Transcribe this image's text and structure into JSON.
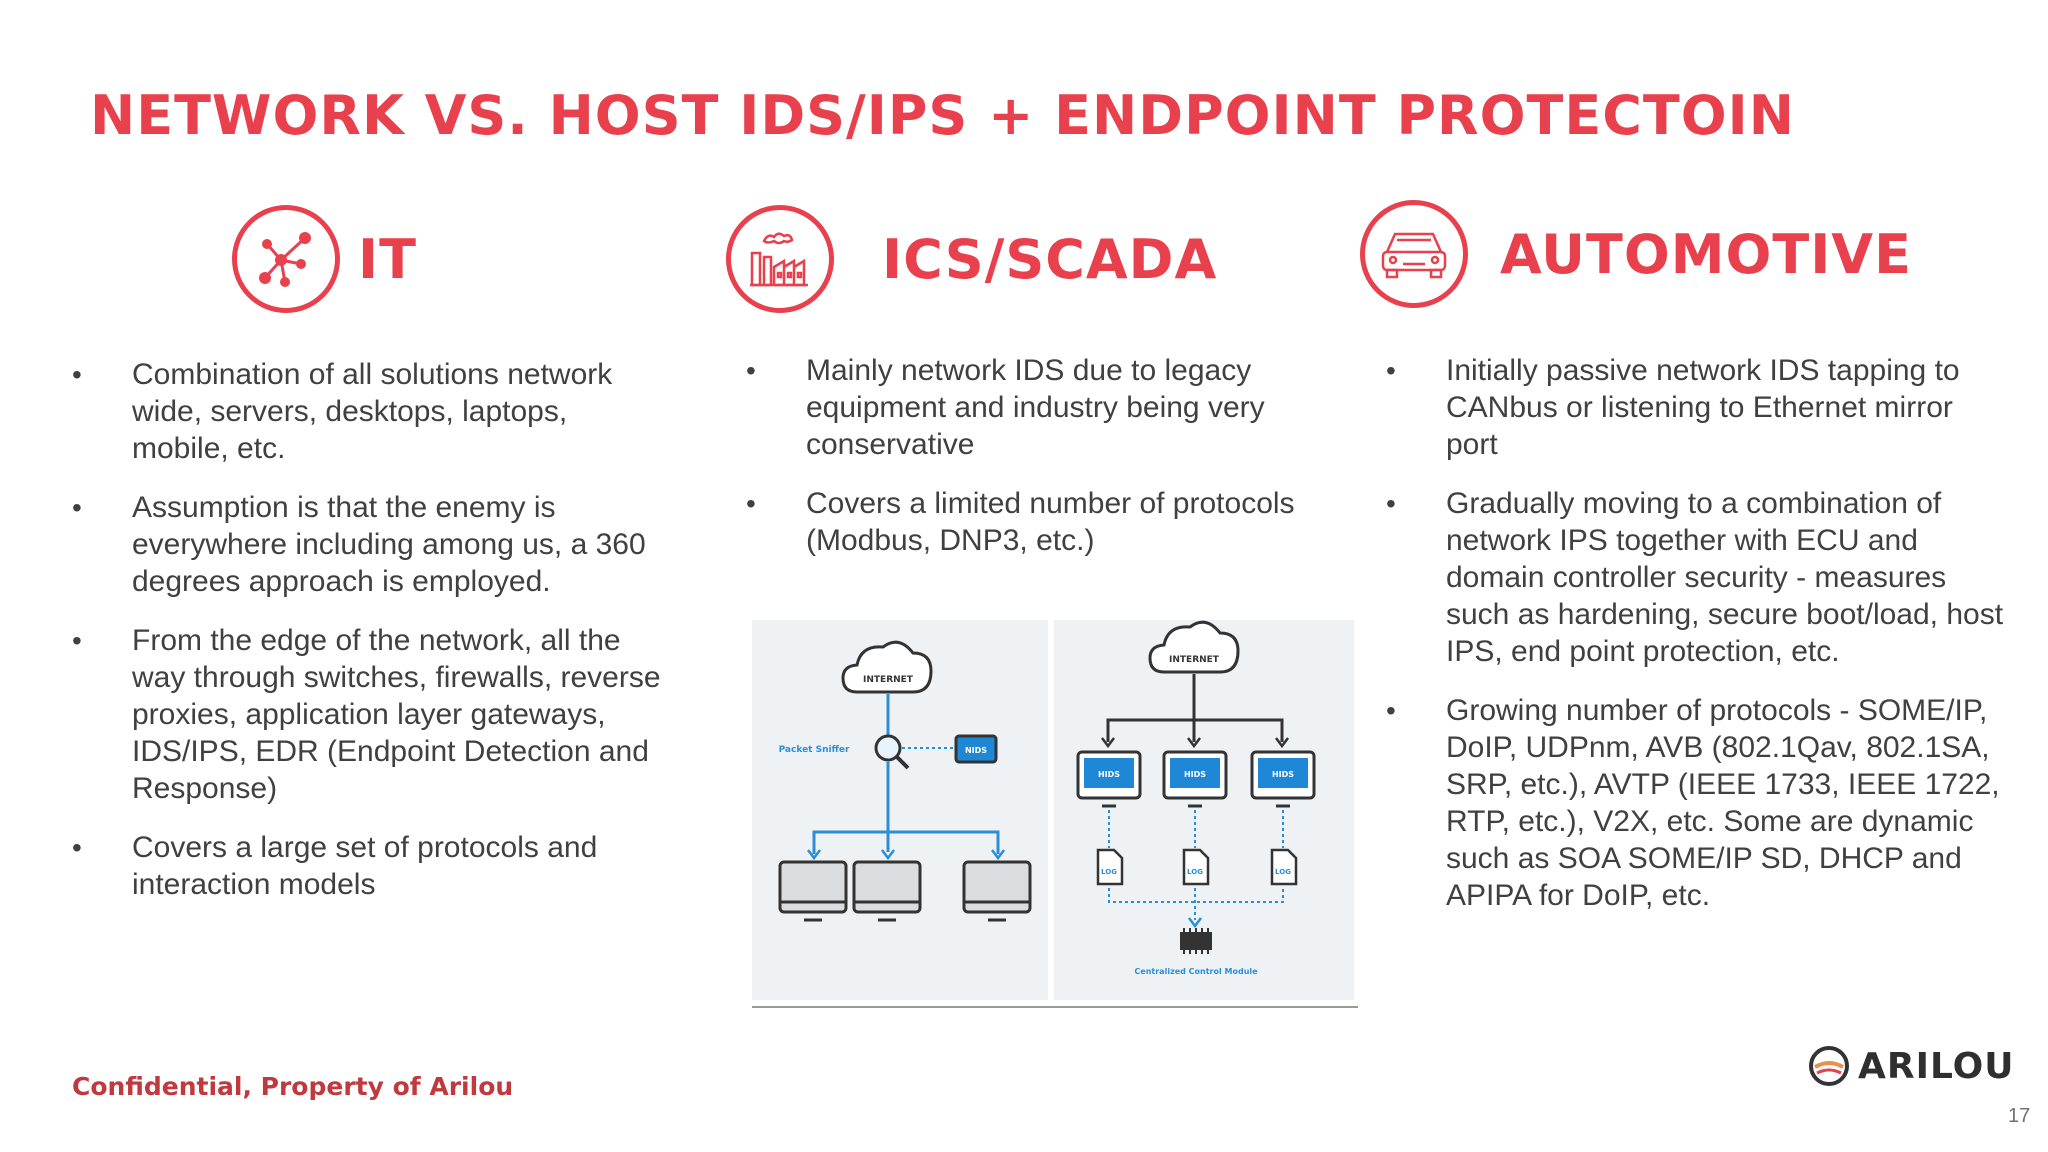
{
  "slide": {
    "title": "NETWORK VS. HOST IDS/IPS + ENDPOINT PROTECTOIN",
    "page_number": "17",
    "footer": "Confidential, Property of Arilou",
    "logo_text": "ARILOU"
  },
  "columns": [
    {
      "heading": "IT",
      "icon": "network-icon",
      "bullets": [
        "Combination of all solutions network wide, servers, desktops, laptops, mobile, etc.",
        "Assumption is that the enemy is everywhere including among us, a 360 degrees approach is employed.",
        "From the edge of the network, all the way through switches, firewalls, reverse proxies, application layer gateways, IDS/IPS, EDR (Endpoint Detection and Response)",
        "Covers a large set of protocols and interaction models"
      ]
    },
    {
      "heading": "ICS/SCADA",
      "icon": "factory-icon",
      "bullets": [
        "Mainly network IDS due to legacy equipment and industry being very conservative",
        "Covers a limited number of protocols (Modbus, DNP3, etc.)"
      ]
    },
    {
      "heading": "AUTOMOTIVE",
      "icon": "car-icon",
      "bullets": [
        "Initially passive network IDS tapping to CANbus or listening to Ethernet mirror port",
        "Gradually moving to a combination of network IPS together with ECU and domain controller security - measures such as hardening, secure boot/load, host IPS, end point protection, etc.",
        "Growing number of protocols - SOME/IP, DoIP, UDPnm, AVB (802.1Qav, 802.1SA, SRP, etc.), AVTP (IEEE 1733, IEEE 1722, RTP, etc.), V2X, etc. Some are dynamic such as SOA SOME/IP SD, DHCP and APIPA for DoIP, etc."
      ]
    }
  ],
  "diagram": {
    "left_panel": {
      "cloud_label": "INTERNET",
      "sniffer_label": "Packet Sniffer",
      "nids_label": "NIDS"
    },
    "right_panel": {
      "cloud_label": "INTERNET",
      "hids_label": "HIDS",
      "log_label": "LOG",
      "module_label": "Centralized Control Module"
    },
    "colors": {
      "accent": "#e8404c",
      "screen_blue": "#1e88d6",
      "arrow_blue": "#2a8fd8",
      "panel_bg": "#eef2f5"
    }
  }
}
